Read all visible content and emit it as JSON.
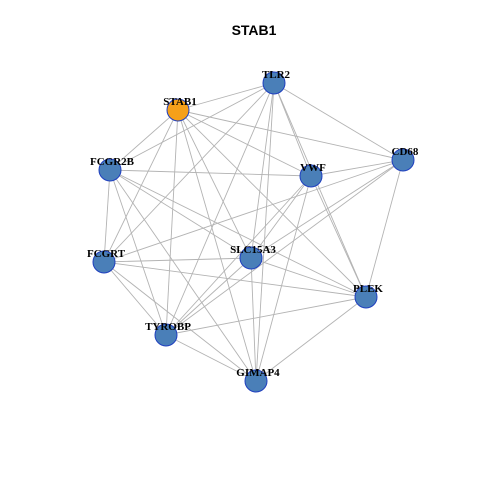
{
  "title": "STAB1",
  "colors": {
    "node_default": "#4a7fb8",
    "node_highlight": "#f5a01a",
    "node_border": "#1f3fbf",
    "edge": "#b3b3b3"
  },
  "nodes": [
    {
      "id": "TLR2",
      "label": "TLR2",
      "highlight": false
    },
    {
      "id": "STAB1",
      "label": "STAB1",
      "highlight": true
    },
    {
      "id": "FCGR2B",
      "label": "FCGR2B",
      "highlight": false
    },
    {
      "id": "CD68",
      "label": "CD68",
      "highlight": false
    },
    {
      "id": "VWF",
      "label": "VWF",
      "highlight": false
    },
    {
      "id": "FCGRT",
      "label": "FCGRT",
      "highlight": false
    },
    {
      "id": "SLC15A3",
      "label": "SLC15A3",
      "highlight": false
    },
    {
      "id": "PLEK",
      "label": "PLEK",
      "highlight": false
    },
    {
      "id": "TYROBP",
      "label": "TYROBP",
      "highlight": false
    },
    {
      "id": "GIMAP4",
      "label": "GIMAP4",
      "highlight": false
    }
  ],
  "edges": [
    [
      "STAB1",
      "TLR2"
    ],
    [
      "STAB1",
      "CD68"
    ],
    [
      "STAB1",
      "VWF"
    ],
    [
      "STAB1",
      "FCGR2B"
    ],
    [
      "STAB1",
      "FCGRT"
    ],
    [
      "STAB1",
      "SLC15A3"
    ],
    [
      "STAB1",
      "PLEK"
    ],
    [
      "STAB1",
      "TYROBP"
    ],
    [
      "STAB1",
      "GIMAP4"
    ],
    [
      "TLR2",
      "CD68"
    ],
    [
      "TLR2",
      "VWF"
    ],
    [
      "TLR2",
      "FCGR2B"
    ],
    [
      "TLR2",
      "FCGRT"
    ],
    [
      "TLR2",
      "SLC15A3"
    ],
    [
      "TLR2",
      "PLEK"
    ],
    [
      "TLR2",
      "TYROBP"
    ],
    [
      "TLR2",
      "GIMAP4"
    ],
    [
      "FCGR2B",
      "VWF"
    ],
    [
      "FCGR2B",
      "FCGRT"
    ],
    [
      "FCGR2B",
      "SLC15A3"
    ],
    [
      "FCGR2B",
      "PLEK"
    ],
    [
      "FCGR2B",
      "TYROBP"
    ],
    [
      "FCGR2B",
      "GIMAP4"
    ],
    [
      "CD68",
      "VWF"
    ],
    [
      "CD68",
      "FCGRT"
    ],
    [
      "CD68",
      "SLC15A3"
    ],
    [
      "CD68",
      "PLEK"
    ],
    [
      "CD68",
      "TYROBP"
    ],
    [
      "VWF",
      "PLEK"
    ],
    [
      "VWF",
      "SLC15A3"
    ],
    [
      "VWF",
      "TYROBP"
    ],
    [
      "VWF",
      "GIMAP4"
    ],
    [
      "FCGRT",
      "SLC15A3"
    ],
    [
      "FCGRT",
      "PLEK"
    ],
    [
      "FCGRT",
      "TYROBP"
    ],
    [
      "FCGRT",
      "GIMAP4"
    ],
    [
      "SLC15A3",
      "TYROBP"
    ],
    [
      "SLC15A3",
      "GIMAP4"
    ],
    [
      "SLC15A3",
      "PLEK"
    ],
    [
      "PLEK",
      "TYROBP"
    ],
    [
      "PLEK",
      "GIMAP4"
    ],
    [
      "TYROBP",
      "GIMAP4"
    ]
  ]
}
